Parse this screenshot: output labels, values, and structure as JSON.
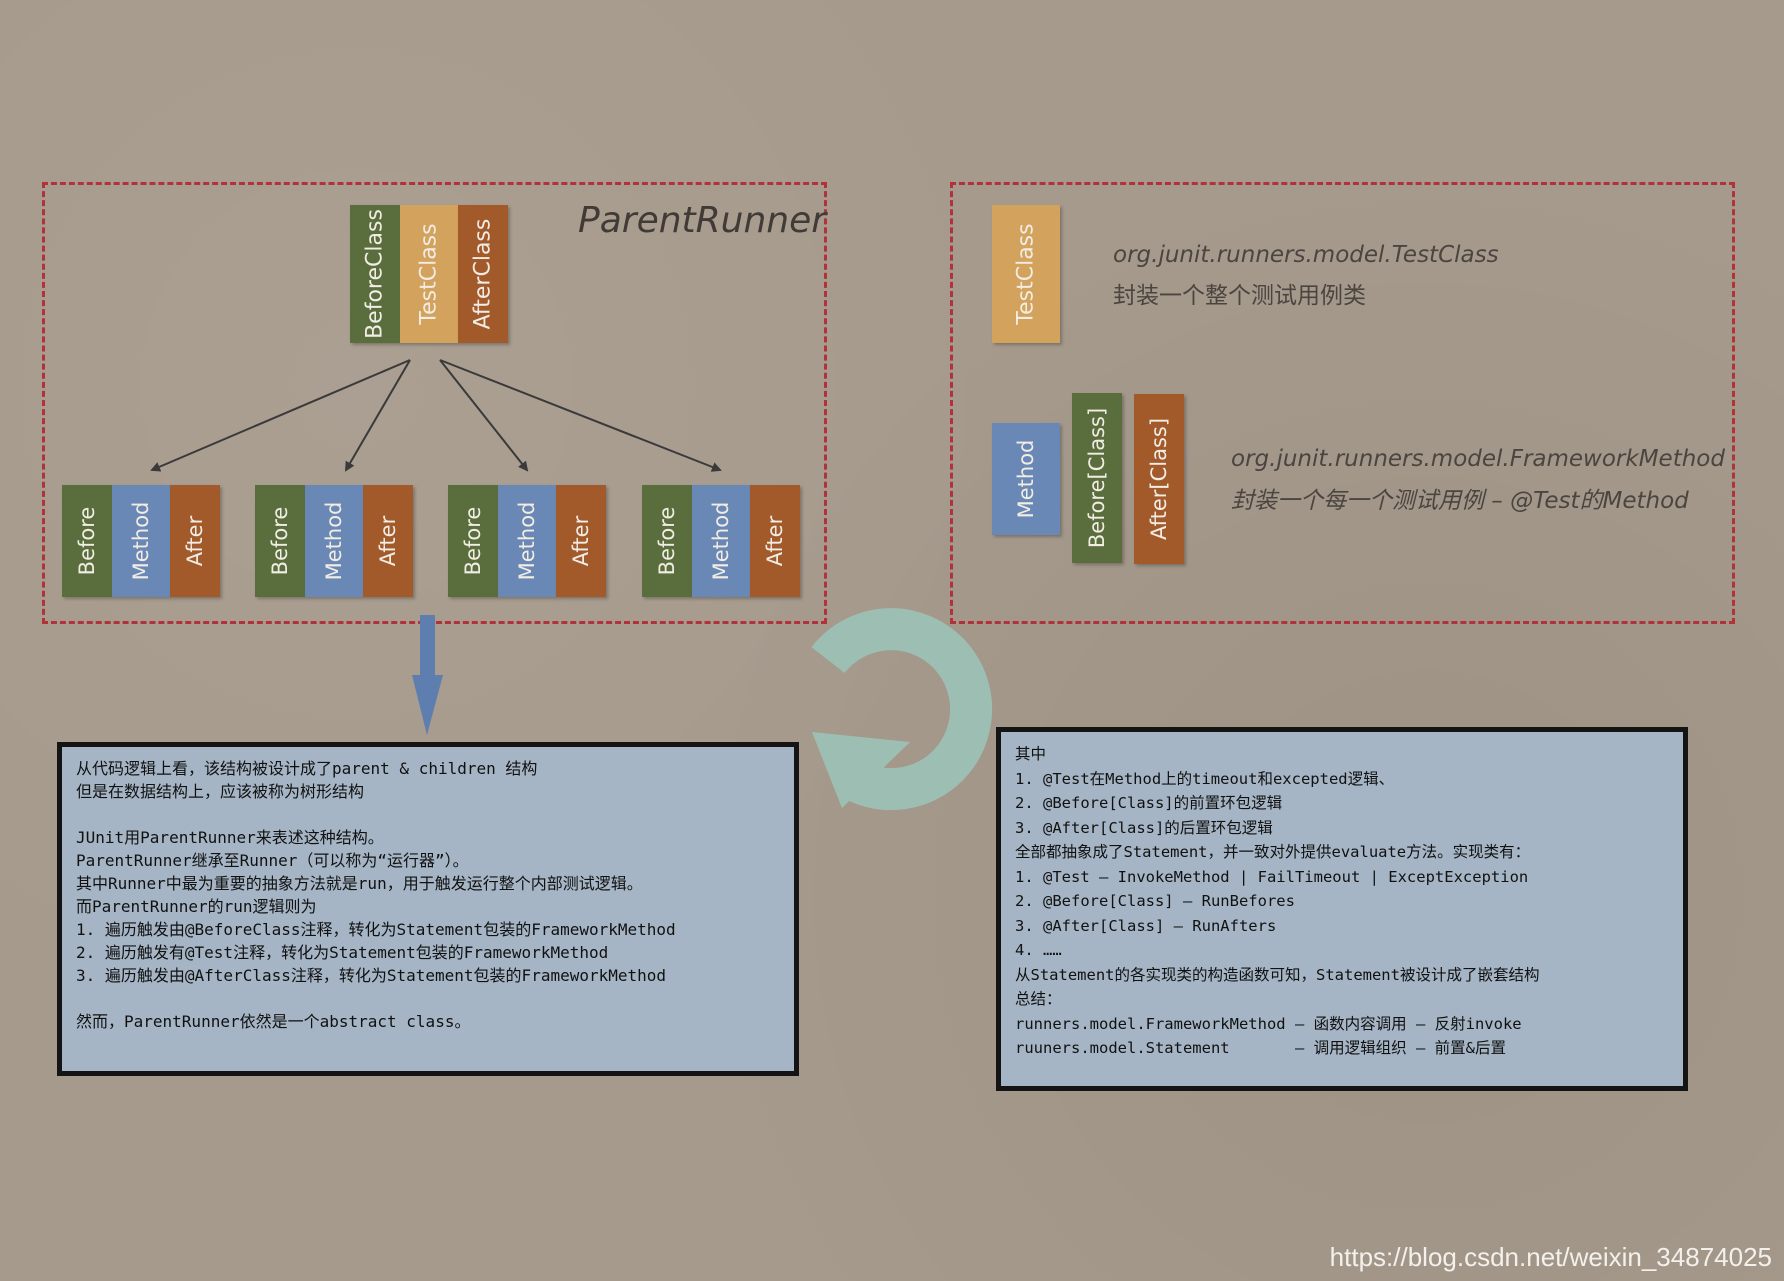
{
  "left_panel": {
    "title": "ParentRunner",
    "top_group": {
      "before": "BeforeClass",
      "middle": "TestClass",
      "after": "AfterClass"
    },
    "children": [
      {
        "before": "Before",
        "middle": "Method",
        "after": "After"
      },
      {
        "before": "Before",
        "middle": "Method",
        "after": "After"
      },
      {
        "before": "Before",
        "middle": "Method",
        "after": "After"
      },
      {
        "before": "Before",
        "middle": "Method",
        "after": "After"
      }
    ]
  },
  "right_panel": {
    "testclass_block": "TestClass",
    "testclass_caption1": "org.junit.runners.model.TestClass",
    "testclass_caption2": "封装一个整个测试用例类",
    "method_block": "Method",
    "before_block": "Before[Class]",
    "after_block": "After[Class]",
    "method_caption1": "org.junit.runners.model.FrameworkMethod",
    "method_caption2": "封装一个每一个测试用例 – @Test的Method"
  },
  "left_note": {
    "lines": [
      "从代码逻辑上看，该结构被设计成了parent & children 结构",
      "但是在数据结构上，应该被称为树形结构",
      "",
      "JUnit用ParentRunner来表述这种结构。",
      "ParentRunner继承至Runner（可以称为“运行器”）。",
      "其中Runner中最为重要的抽象方法就是run，用于触发运行整个内部测试逻辑。",
      "而ParentRunner的run逻辑则为",
      "1. 遍历触发由@BeforeClass注释，转化为Statement包装的FrameworkMethod",
      "2. 遍历触发有@Test注释，转化为Statement包装的FrameworkMethod",
      "3. 遍历触发由@AfterClass注释，转化为Statement包装的FrameworkMethod",
      "",
      "然而，ParentRunner依然是一个abstract class。"
    ]
  },
  "right_note": {
    "lines": [
      "其中",
      "1. @Test在Method上的timeout和excepted逻辑、",
      "2. @Before[Class]的前置环包逻辑",
      "3. @After[Class]的后置环包逻辑",
      "全部都抽象成了Statement，并一致对外提供evaluate方法。实现类有：",
      "1. @Test — InvokeMethod | FailTimeout | ExceptException",
      "2. @Before[Class] — RunBefores",
      "3. @After[Class] — RunAfters",
      "4. ……",
      "从Statement的各实现类的构造函数可知，Statement被设计成了嵌套结构",
      "总结：",
      "runners.model.FrameworkMethod — 函数内容调用 — 反射invoke",
      "ruuners.model.Statement       — 调用逻辑组织 — 前置&后置"
    ]
  },
  "watermark": "https://blog.csdn.net/weixin_34874025",
  "colors": {
    "background": "#a69a8c",
    "frame": "#b0323a",
    "green": "#5a6e3d",
    "blue": "#6a88b5",
    "gold": "#d3a25d",
    "rust": "#a35a2b",
    "note_bg": "#a5b5c5",
    "cycle_arrow": "#9dbfb3"
  },
  "icons": [
    "down-arrow-icon",
    "cycle-arrow-icon"
  ]
}
